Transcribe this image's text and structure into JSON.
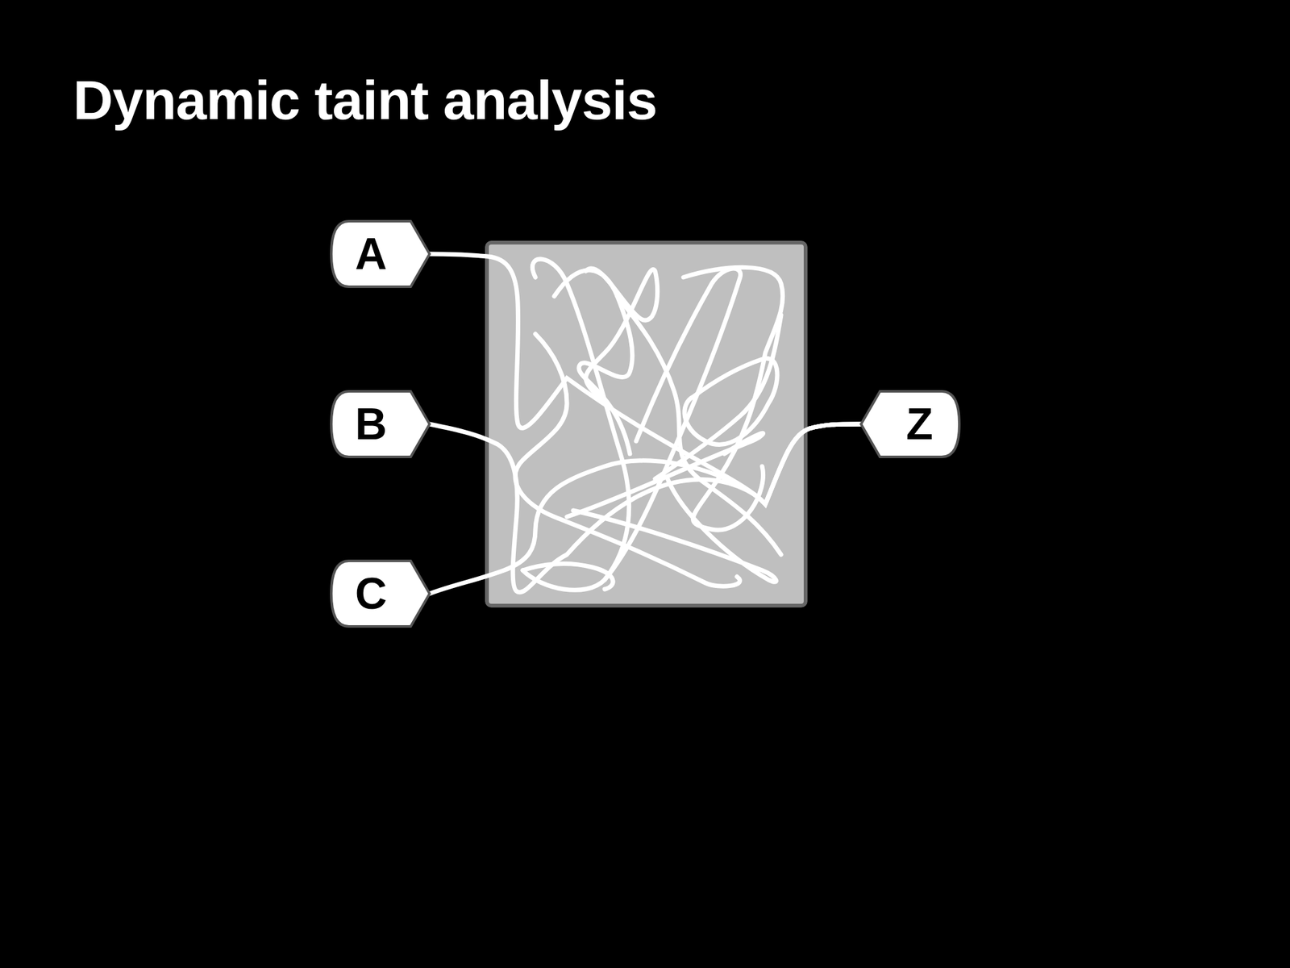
{
  "diagram": {
    "title": "Dynamic taint analysis",
    "nodes": [
      {
        "text": [
          "A"
        ]
      },
      {
        "text": [
          "B"
        ]
      },
      {
        "text": [
          "C"
        ]
      },
      {
        "text": [
          "Z"
        ]
      }
    ],
    "edges": [
      {
        "from": 0,
        "to": 3,
        "arrow": "none"
      },
      {
        "from": 1,
        "to": 3,
        "arrow": "none"
      },
      {
        "from": 2,
        "to": 3,
        "arrow": "none"
      }
    ]
  }
}
